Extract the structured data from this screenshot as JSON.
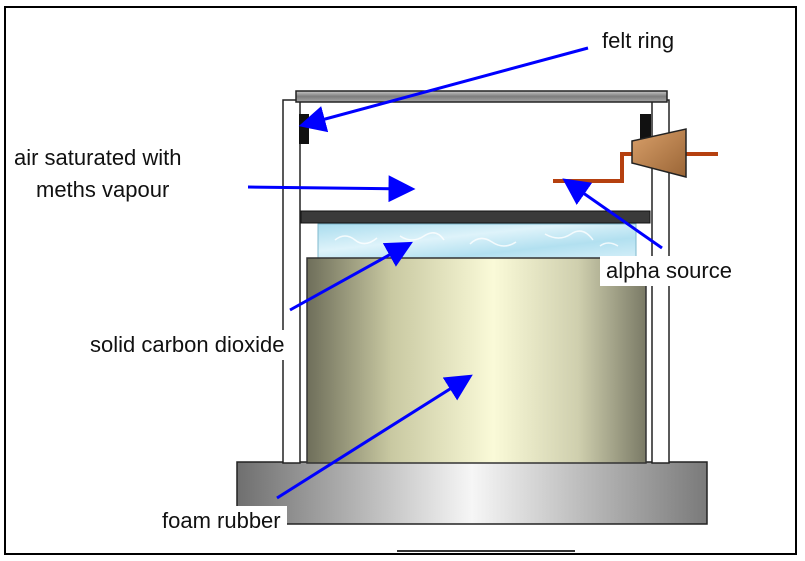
{
  "labels": {
    "felt_ring": "felt ring",
    "air_line1": "air saturated with",
    "air_line2": "meths vapour",
    "alpha_source": "alpha source",
    "solid_co2": "solid carbon dioxide",
    "foam_rubber": "foam rubber"
  },
  "colors": {
    "arrow": "#0000ff",
    "wire": "#b5400f",
    "cork": "#c58a55",
    "lid": "#8a8a8a",
    "plate": "#3a3a3a",
    "ice": "#bfe6f4",
    "foam_mid": "#fafad8",
    "foam_edge": "#6e6e5a",
    "base_mid": "#f4f4f4",
    "base_edge": "#7a7a7a"
  },
  "icons": [
    "arrow-icon",
    "cork-icon"
  ]
}
